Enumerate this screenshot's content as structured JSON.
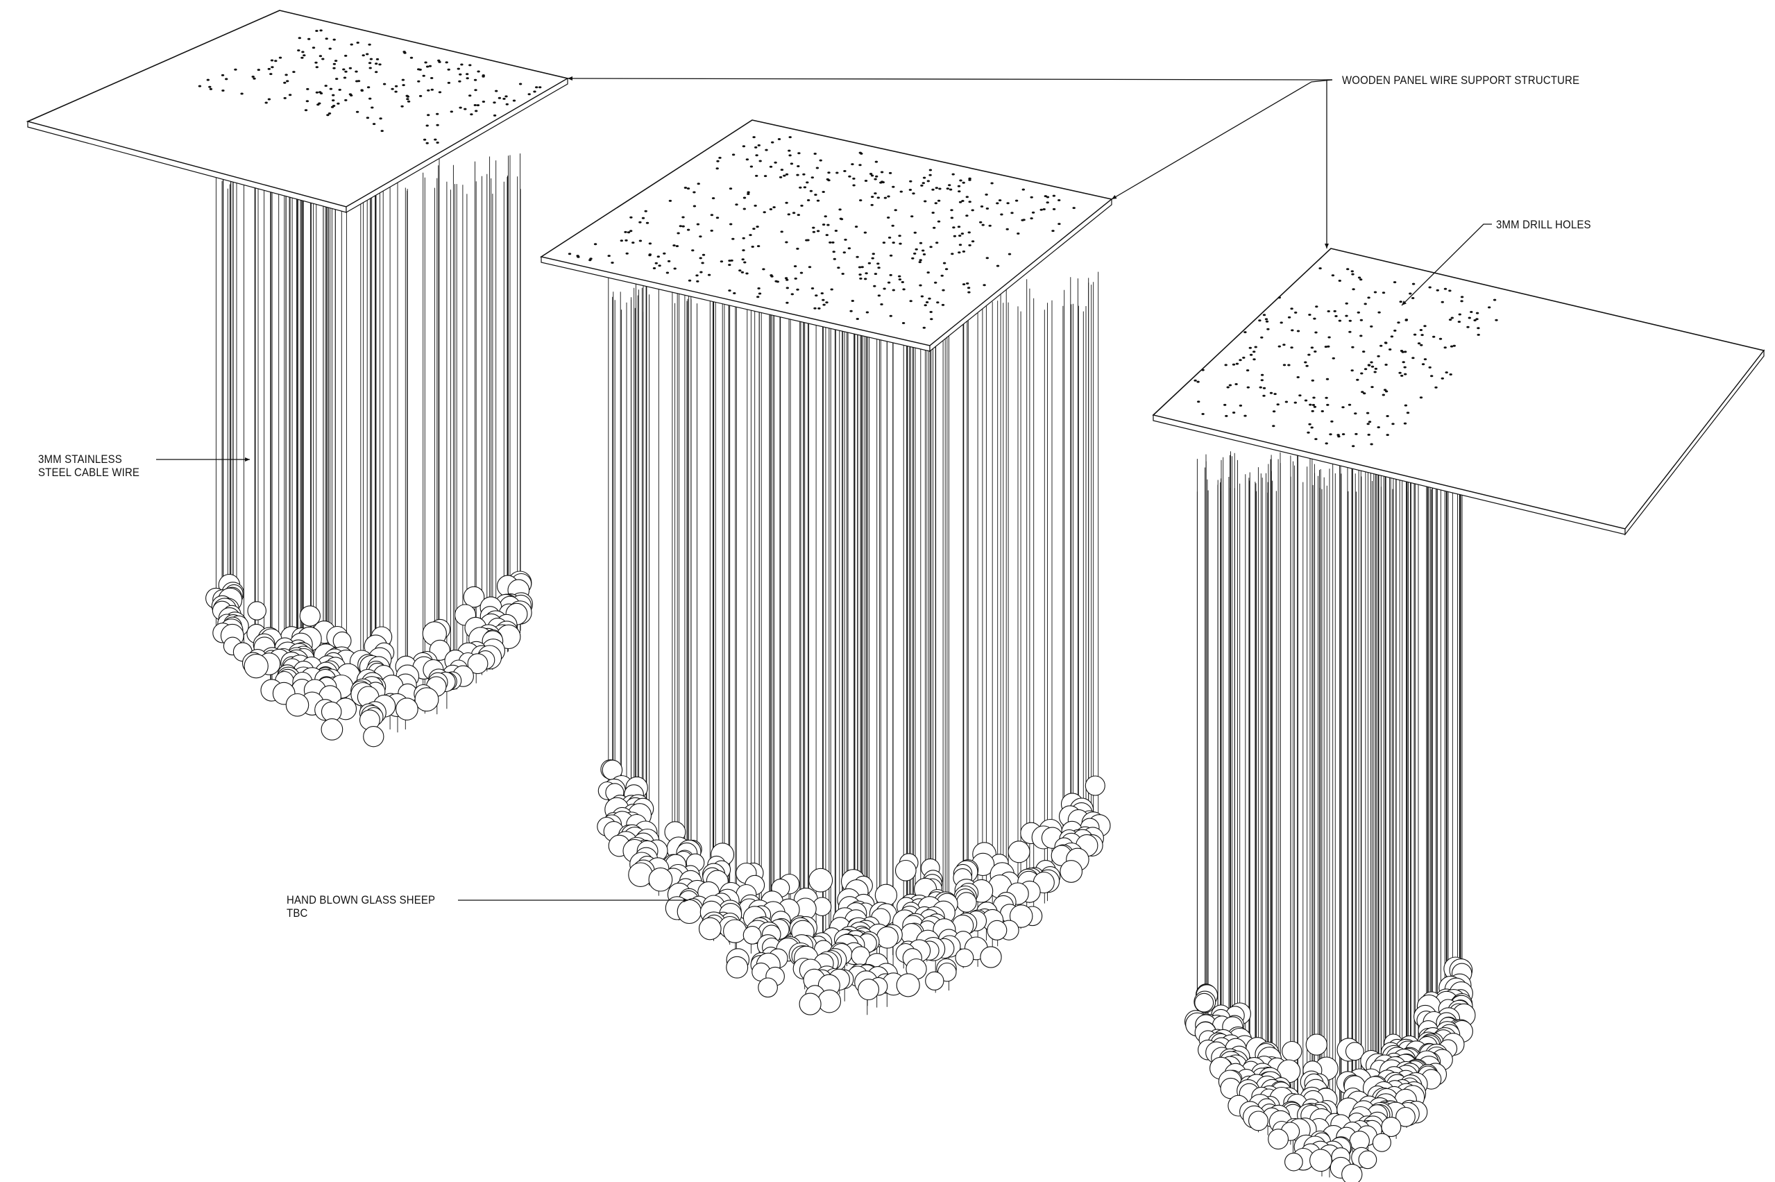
{
  "annotations": {
    "wooden_panel": "WOODEN PANEL WIRE SUPPORT STRUCTURE",
    "drill_holes": "3MM DRILL HOLES",
    "cable_line1": "3MM STAINLESS",
    "cable_line2": "STEEL CABLE WIRE",
    "glass_line1": "HAND BLOWN GLASS SHEEP",
    "glass_line2": "TBC"
  },
  "colors": {
    "line": "#111111",
    "background": "#ffffff"
  }
}
